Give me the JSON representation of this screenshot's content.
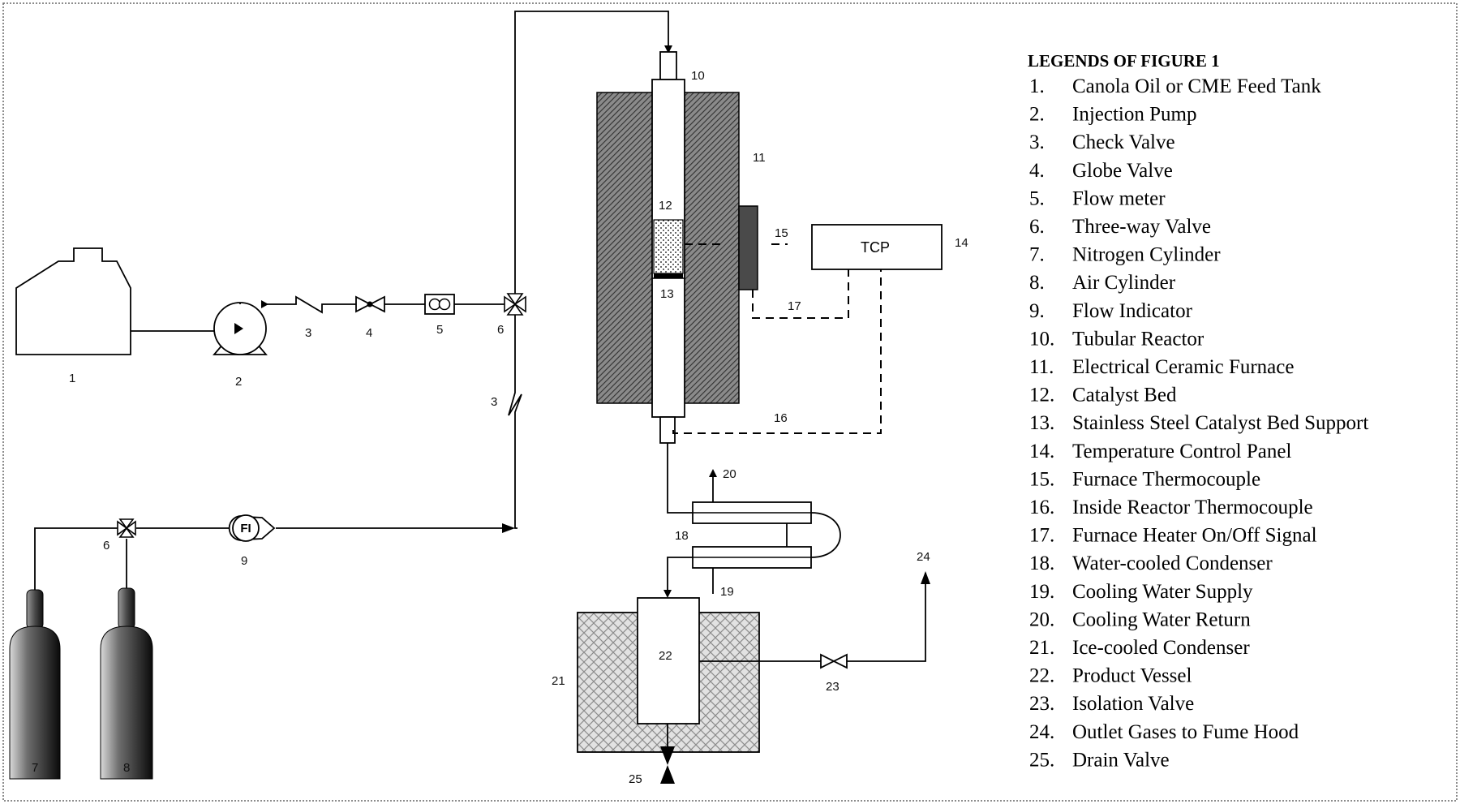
{
  "diagram": {
    "labels": {
      "n1": "1",
      "n2": "2",
      "n3a": "3",
      "n3b": "3",
      "n4": "4",
      "n5": "5",
      "n6a": "6",
      "n6b": "6",
      "n7": "7",
      "n8": "8",
      "n9": "9",
      "n10": "10",
      "n11": "11",
      "n12": "12",
      "n13": "13",
      "n14": "14",
      "n15": "15",
      "n16": "16",
      "n17": "17",
      "n18": "18",
      "n19": "19",
      "n20": "20",
      "n21": "21",
      "n22": "22",
      "n23": "23",
      "n24": "24",
      "n25": "25"
    },
    "tcp_label": "TCP",
    "fi_label": "FI"
  },
  "legend": {
    "title": "LEGENDS OF FIGURE 1",
    "items": [
      {
        "num": "1.",
        "text": "Canola Oil or CME Feed Tank"
      },
      {
        "num": "2.",
        "text": "Injection Pump"
      },
      {
        "num": "3.",
        "text": "Check Valve"
      },
      {
        "num": "4.",
        "text": "Globe Valve"
      },
      {
        "num": "5.",
        "text": "Flow meter"
      },
      {
        "num": "6.",
        "text": "Three-way Valve"
      },
      {
        "num": "7.",
        "text": "Nitrogen Cylinder"
      },
      {
        "num": "8.",
        "text": "Air Cylinder"
      },
      {
        "num": "9.",
        "text": "Flow Indicator"
      },
      {
        "num": "10.",
        "text": "Tubular Reactor"
      },
      {
        "num": "11.",
        "text": "Electrical Ceramic Furnace"
      },
      {
        "num": "12.",
        "text": "Catalyst Bed"
      },
      {
        "num": "13.",
        "text": "Stainless Steel Catalyst Bed Support"
      },
      {
        "num": "14.",
        "text": "Temperature Control Panel"
      },
      {
        "num": "15.",
        "text": "Furnace Thermocouple"
      },
      {
        "num": "16.",
        "text": "Inside Reactor Thermocouple"
      },
      {
        "num": "17.",
        "text": "Furnace Heater On/Off Signal"
      },
      {
        "num": "18.",
        "text": "Water-cooled Condenser"
      },
      {
        "num": "19.",
        "text": "Cooling Water Supply"
      },
      {
        "num": "20.",
        "text": "Cooling Water Return"
      },
      {
        "num": "21.",
        "text": "Ice-cooled Condenser"
      },
      {
        "num": "22.",
        "text": "Product Vessel"
      },
      {
        "num": "23.",
        "text": "Isolation Valve"
      },
      {
        "num": "24.",
        "text": "Outlet Gases to Fume Hood"
      },
      {
        "num": "25.",
        "text": "Drain Valve"
      }
    ]
  }
}
